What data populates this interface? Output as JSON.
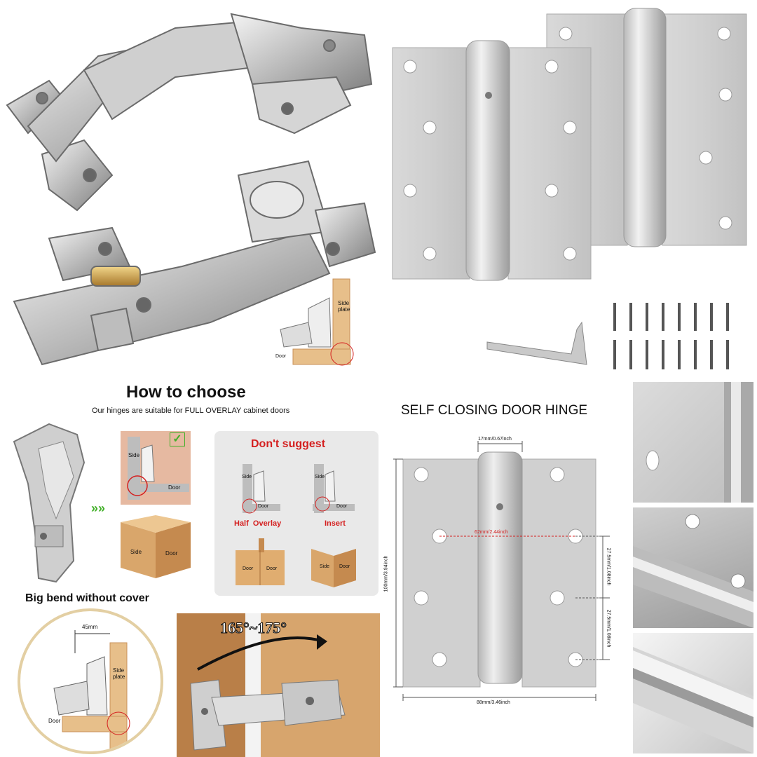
{
  "colors": {
    "steel_light": "#e3e3e3",
    "steel_mid": "#c4c4c4",
    "steel_dark": "#8a8a8a",
    "wood": "#e7bf8a",
    "wood_dark": "#c9925a",
    "alert_red": "#d41f1f",
    "check_green": "#43b02a",
    "panel_grey": "#e9e9e9"
  },
  "how_to_choose": {
    "title": "How to choose",
    "subtitle": "Our hinges are suitable for FULL OVERLAY cabinet doors",
    "dont_suggest": "Don't suggest",
    "half_overlay": "Half  Overlay",
    "insert": "Insert",
    "big_bend": "Big bend without cover"
  },
  "diagram_labels": {
    "side": "Side",
    "door": "Door",
    "side_plate": "Side plate",
    "dim_45": "45mm"
  },
  "angle_label": "165°~175°",
  "self_closing": {
    "title": "SELF CLOSING DOOR HINGE",
    "dim_top": "17mm/0.67inch",
    "dim_left": "100mm/3.94inch",
    "dim_bottom": "88mm/3.46inch",
    "dim_right_top": "27.5mm/1.08inch",
    "dim_right_bottom": "27.5mm/1.08inch",
    "dim_center": "62mm/2.44inch"
  }
}
